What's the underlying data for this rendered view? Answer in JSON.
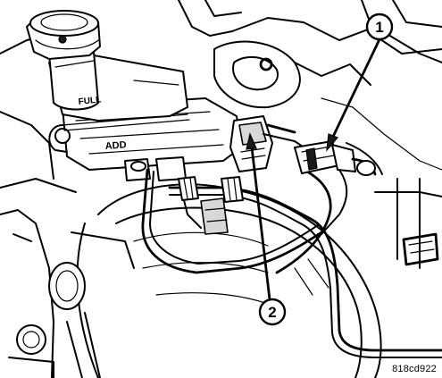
{
  "reservoir_marks": {
    "full": "FULL",
    "add": "ADD"
  },
  "callouts": [
    {
      "number": "1"
    },
    {
      "number": "2"
    }
  ],
  "figure_id": "818cd922",
  "colors": {
    "line": "#000000",
    "background": "#ffffff",
    "shade": "#d8d8d8",
    "callout_fill": "#ffffff"
  }
}
